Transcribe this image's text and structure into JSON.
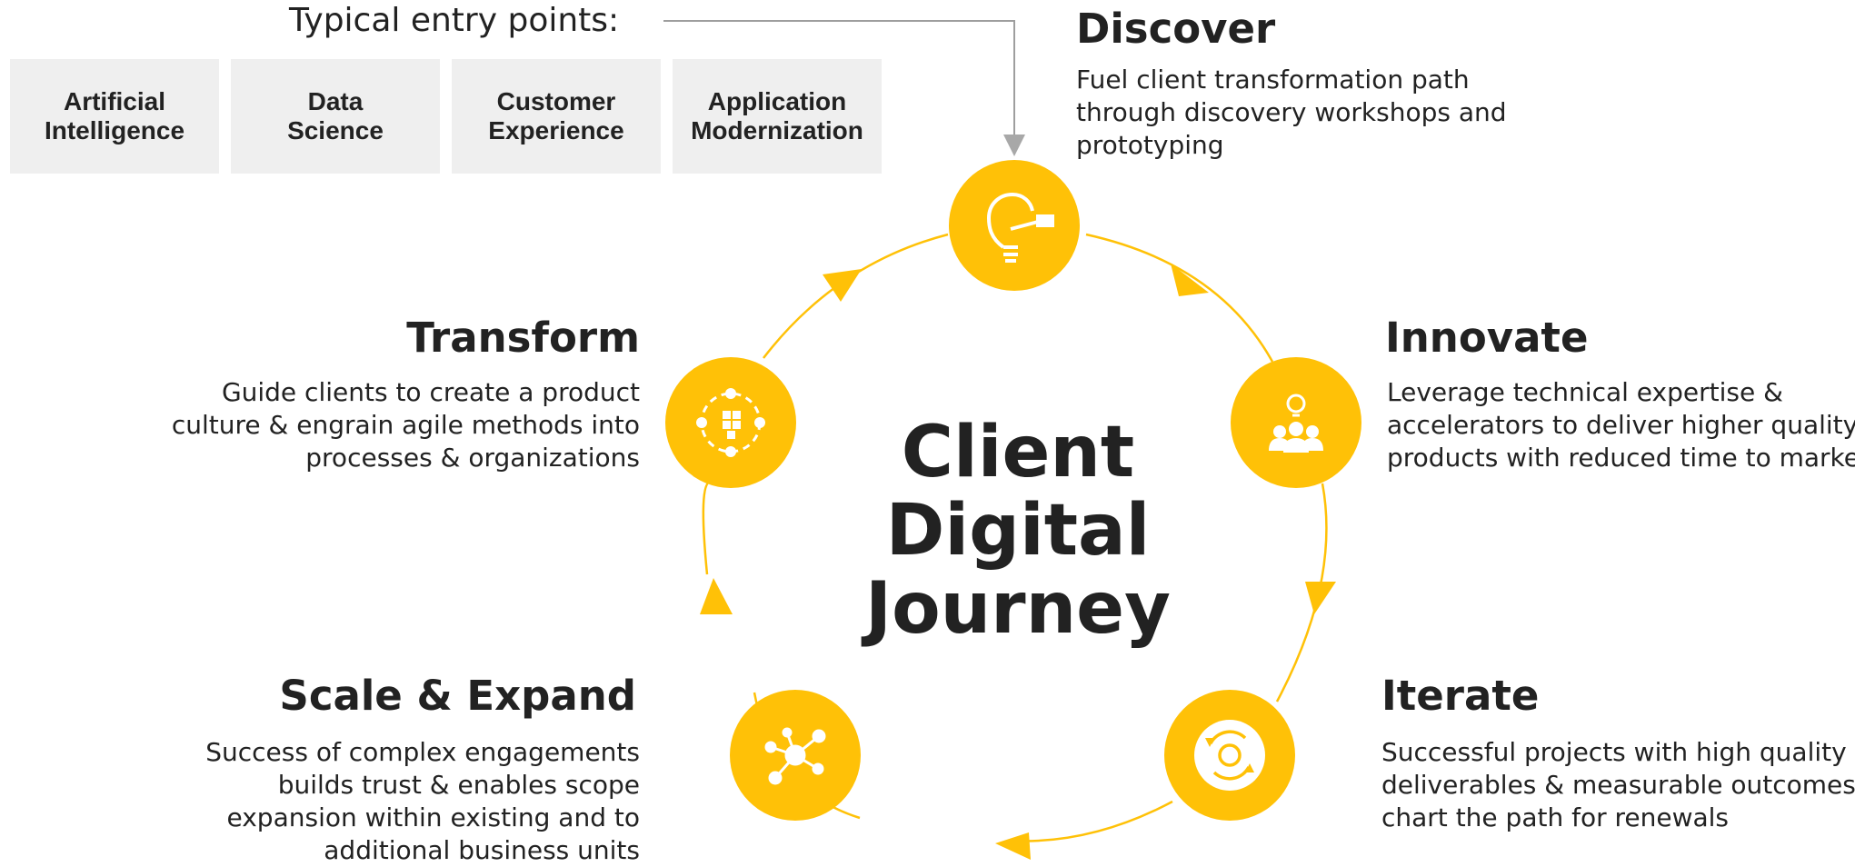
{
  "entry_points": {
    "title": "Typical entry points:",
    "boxes": [
      {
        "lines": [
          "Artificial",
          "Intelligence"
        ]
      },
      {
        "lines": [
          "Data",
          "Science"
        ]
      },
      {
        "lines": [
          "Customer",
          "Experience"
        ]
      },
      {
        "lines": [
          "Application",
          "Modernization"
        ]
      }
    ]
  },
  "center": {
    "lines": [
      "Client",
      "Digital",
      "Journey"
    ]
  },
  "colors": {
    "accent": "#FFC107",
    "text": "#222222",
    "box": "#EFEFEF",
    "connector": "#9E9E9E"
  },
  "stages": {
    "discover": {
      "title": "Discover",
      "icon": "lightbulb-tag-icon",
      "lines": [
        "Fuel client transformation path",
        "through discovery workshops and",
        "prototyping"
      ]
    },
    "innovate": {
      "title": "Innovate",
      "icon": "team-idea-icon",
      "lines": [
        "Leverage technical expertise &",
        "accelerators to deliver higher quality",
        "products with reduced time to market"
      ]
    },
    "iterate": {
      "title": "Iterate",
      "icon": "cycle-refresh-icon",
      "lines": [
        "Successful projects with high quality",
        "deliverables & measurable outcomes",
        "chart the path for renewals"
      ]
    },
    "scale": {
      "title": "Scale & Expand",
      "icon": "network-hub-icon",
      "lines": [
        "Success of complex engagements",
        "builds trust & enables scope",
        "expansion within existing and to",
        "additional business units"
      ]
    },
    "transform": {
      "title": "Transform",
      "icon": "transformation-cubes-icon",
      "lines": [
        "Guide clients to create a product",
        "culture & engrain agile methods into",
        "processes & organizations"
      ]
    }
  }
}
